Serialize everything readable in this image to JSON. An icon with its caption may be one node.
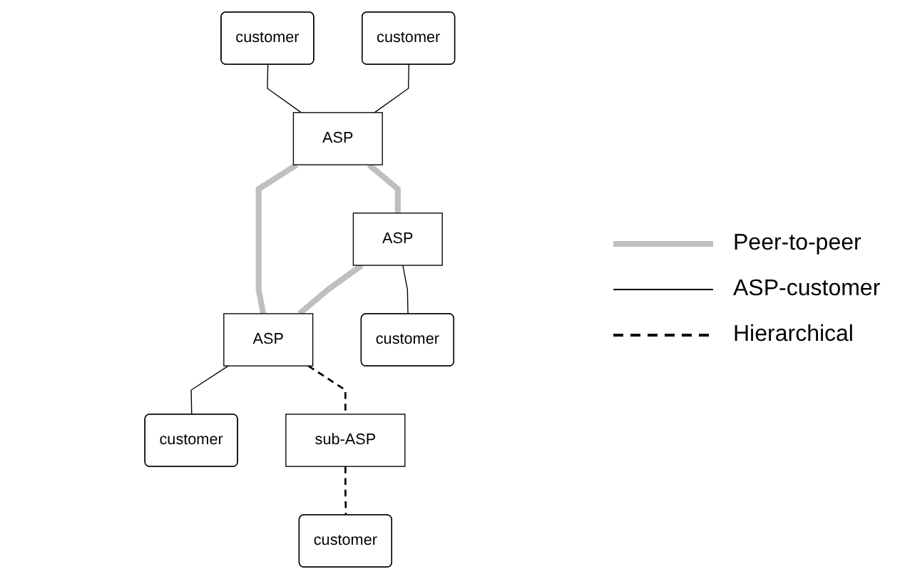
{
  "diagram": {
    "nodes": [
      {
        "text": [
          "customer"
        ]
      },
      {
        "text": [
          "customer"
        ]
      },
      {
        "text": [
          "ASP"
        ]
      },
      {
        "text": [
          "ASP"
        ]
      },
      {
        "text": [
          "ASP"
        ]
      },
      {
        "text": [
          "customer"
        ]
      },
      {
        "text": [
          "customer"
        ]
      },
      {
        "text": [
          "sub-ASP"
        ]
      },
      {
        "text": [
          "customer"
        ]
      }
    ],
    "edges": [
      {
        "from": 0,
        "to": 2,
        "arrow": "none"
      },
      {
        "from": 1,
        "to": 2,
        "arrow": "none"
      },
      {
        "from": 2,
        "to": 3,
        "arrow": "none",
        "style": "thick",
        "color": "#bfbfbf"
      },
      {
        "from": 2,
        "to": 4,
        "arrow": "none",
        "style": "thick",
        "color": "#bfbfbf"
      },
      {
        "from": 3,
        "to": 4,
        "arrow": "none",
        "style": "thick",
        "color": "#bfbfbf"
      },
      {
        "from": 3,
        "to": 5,
        "arrow": "none"
      },
      {
        "from": 4,
        "to": 6,
        "arrow": "none"
      },
      {
        "from": 4,
        "to": 7,
        "arrow": "none",
        "style": "dashed"
      },
      {
        "from": 7,
        "to": 8,
        "arrow": "none",
        "style": "dashed"
      }
    ],
    "legend": [
      {
        "text": "Peer-to-peer"
      },
      {
        "text": "ASP-customer"
      },
      {
        "text": "Hierarchical"
      }
    ]
  }
}
